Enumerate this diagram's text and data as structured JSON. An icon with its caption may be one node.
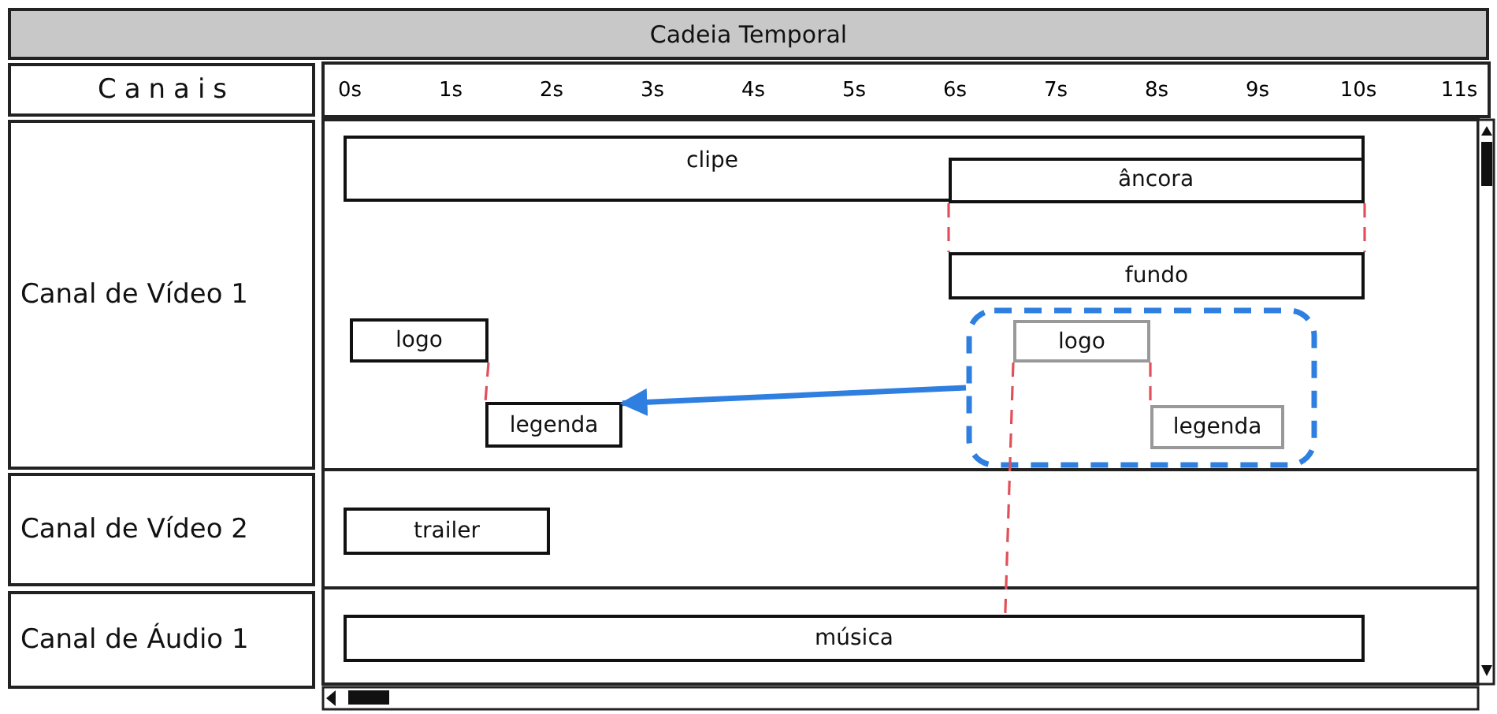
{
  "diagram": {
    "nodes": [
      {
        "text": [
          "Cadeia Temporal"
        ]
      },
      {
        "text": [
          "Canais"
        ]
      },
      {
        "text": [
          "Canal de Vídeo 1"
        ]
      },
      {
        "text": [
          "clipe"
        ]
      },
      {
        "text": [
          "âncora"
        ],
        "in": 3
      },
      {
        "text": [
          "fundo"
        ]
      },
      {
        "text": [
          "logo"
        ]
      },
      {
        "text": [],
        "shape": "box"
      },
      {
        "text": [
          "logo"
        ],
        "in": 7
      },
      {
        "text": [
          "legenda"
        ]
      },
      {
        "text": [
          "legenda"
        ],
        "in": 7
      },
      {
        "text": [
          "Canal de Vídeo 2"
        ]
      },
      {
        "text": [
          "trailer"
        ]
      },
      {
        "text": [
          "Canal de Áudio 1"
        ]
      },
      {
        "text": [
          "música"
        ]
      }
    ],
    "edges": [
      {
        "from": 7,
        "to": 9,
        "arrow": "to",
        "style": "thick",
        "color": "#2f7fe0"
      },
      {
        "from": 4,
        "to": 5,
        "arrow": "none",
        "style": "dashed"
      },
      {
        "from": 4,
        "to": 5,
        "arrow": "none",
        "style": "dashed"
      },
      {
        "from": 6,
        "to": 9,
        "arrow": "none",
        "style": "dashed"
      },
      {
        "from": 8,
        "to": 14,
        "arrow": "none",
        "style": "dashed"
      },
      {
        "from": 8,
        "to": 10,
        "arrow": "none",
        "style": "dashed"
      }
    ],
    "labels": [
      "0s",
      "1s",
      "2s",
      "3s",
      "4s",
      "5s",
      "6s",
      "7s",
      "8s",
      "9s",
      "10s",
      "11s"
    ]
  }
}
